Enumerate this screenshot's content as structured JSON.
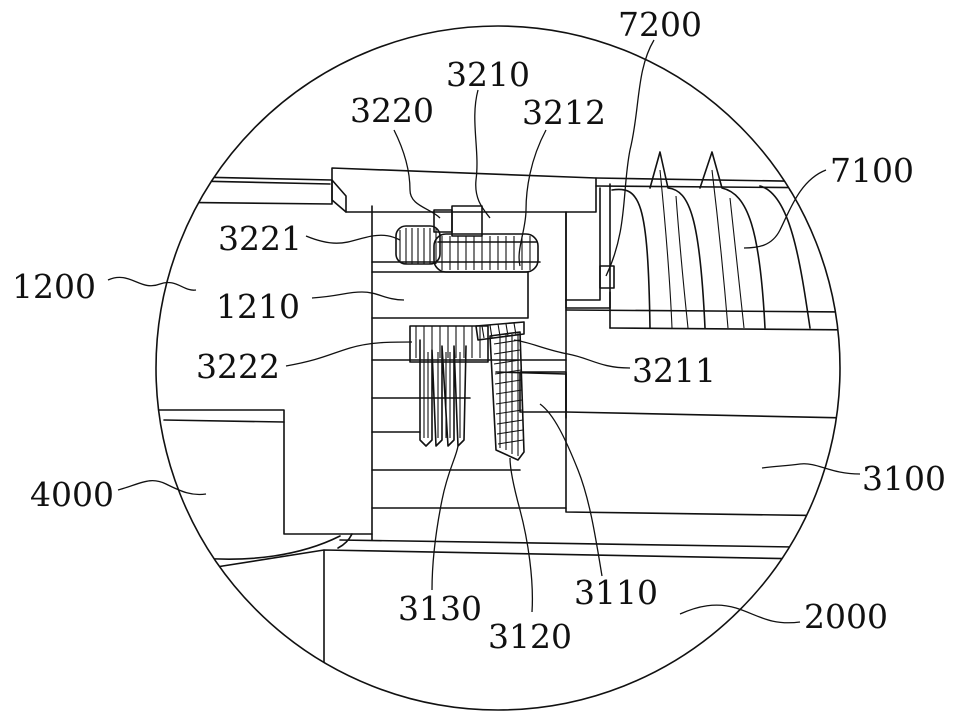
{
  "figure": {
    "labels": {
      "l7200": "7200",
      "l3210": "3210",
      "l3220": "3220",
      "l3212": "3212",
      "l7100": "7100",
      "l3221": "3221",
      "l1200": "1200",
      "l1210": "1210",
      "l3222": "3222",
      "l3211": "3211",
      "l4000": "4000",
      "l3100": "3100",
      "l3130": "3130",
      "l3120": "3120",
      "l3110": "3110",
      "l2000": "2000"
    }
  }
}
